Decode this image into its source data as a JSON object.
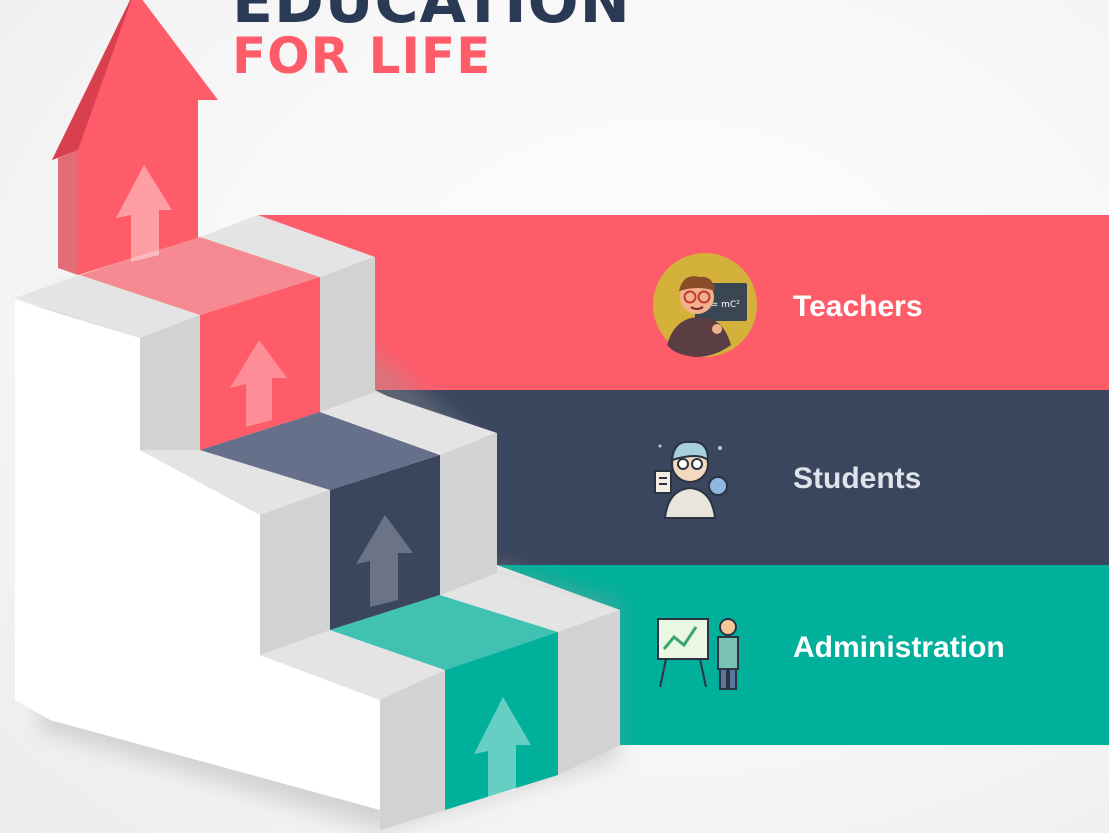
{
  "heading": {
    "line1": "EDUCATION",
    "line2": "FOR LIFE"
  },
  "colors": {
    "red": "#ff5c6a",
    "navy": "#3a465e",
    "teal": "#00b09b",
    "stair_face": "#ffffff",
    "stair_riser": "#dcdcdc",
    "heading_dark": "#2a3a55",
    "label_light": "#ffffff",
    "label_muted": "#dfe3ea"
  },
  "bands": [
    {
      "label": "Teachers",
      "icon": "teacher-icon",
      "color": "#ff5c6a"
    },
    {
      "label": "Students",
      "icon": "student-icon",
      "color": "#3a465e"
    },
    {
      "label": "Administration",
      "icon": "presentation-icon",
      "color": "#00b09b"
    }
  ],
  "teacher_board_text": "E = mC²"
}
